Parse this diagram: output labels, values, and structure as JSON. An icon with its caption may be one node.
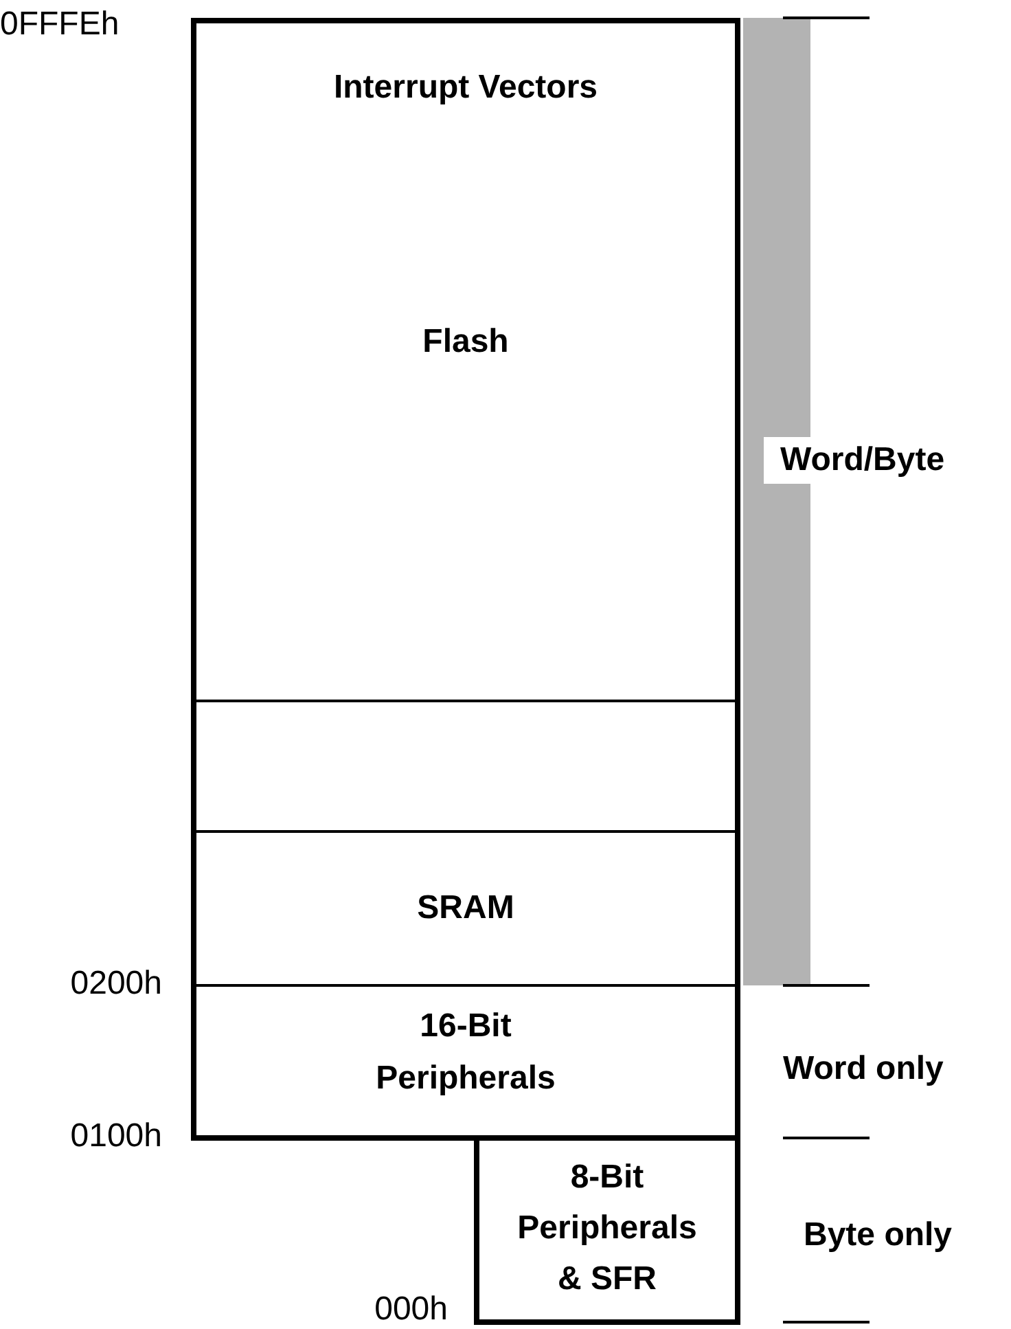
{
  "diagram": {
    "nodes": [
      {
        "text": [
          "Interrupt Vectors",
          "Flash"
        ]
      },
      {
        "text": [],
        "shape": "box"
      },
      {
        "text": [
          "SRAM"
        ]
      },
      {
        "text": [
          "16-Bit Peripherals"
        ]
      },
      {
        "text": [
          "8-Bit Peripherals & SFR"
        ]
      }
    ],
    "labels": [
      "0FFFEh",
      "Word/Byte",
      "0200h",
      "Word only",
      "0100h",
      "Byte only",
      "000h"
    ]
  }
}
